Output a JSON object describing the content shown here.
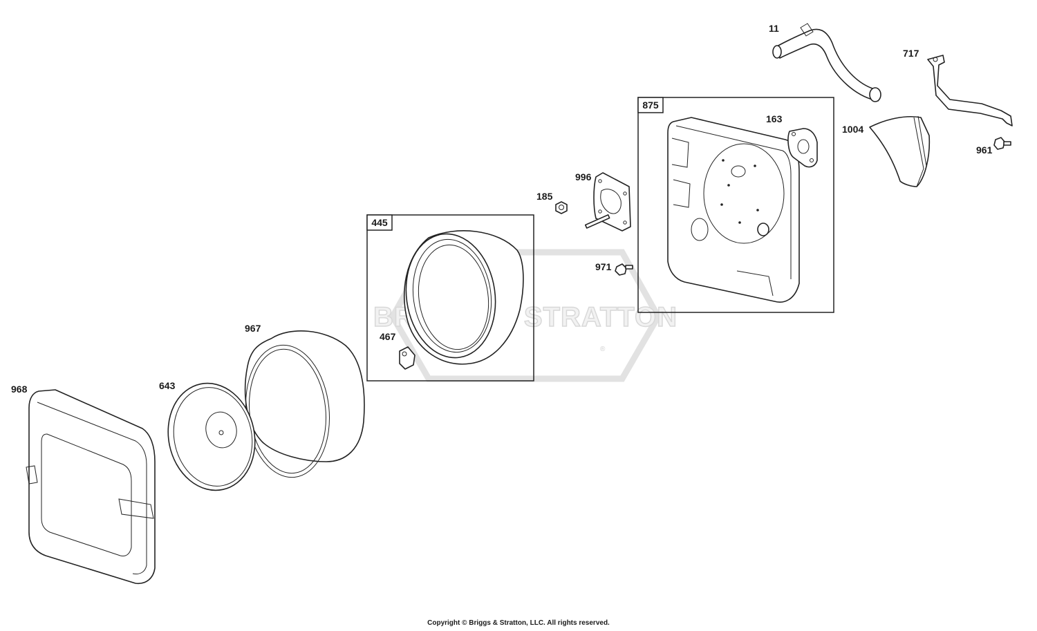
{
  "diagram": {
    "watermark": {
      "brand": "BRIGGS & STRATTON",
      "registered": "®"
    },
    "boxes": [
      {
        "id": "875",
        "label": "875"
      },
      {
        "id": "445",
        "label": "445"
      }
    ],
    "parts": [
      {
        "id": "11",
        "label": "11",
        "name": "breather tube"
      },
      {
        "id": "717",
        "label": "717",
        "name": "bracket"
      },
      {
        "id": "163",
        "label": "163",
        "name": "gasket"
      },
      {
        "id": "1004",
        "label": "1004",
        "name": "air guide"
      },
      {
        "id": "961",
        "label": "961",
        "name": "screw"
      },
      {
        "id": "996",
        "label": "996",
        "name": "base plate"
      },
      {
        "id": "185",
        "label": "185",
        "name": "nut"
      },
      {
        "id": "971",
        "label": "971",
        "name": "screw"
      },
      {
        "id": "467",
        "label": "467",
        "name": "latch"
      },
      {
        "id": "967",
        "label": "967",
        "name": "pre-cleaner"
      },
      {
        "id": "643",
        "label": "643",
        "name": "filter"
      },
      {
        "id": "968",
        "label": "968",
        "name": "cover"
      }
    ]
  },
  "footer": {
    "copyright": "Copyright © Briggs & Stratton, LLC. All rights reserved."
  }
}
